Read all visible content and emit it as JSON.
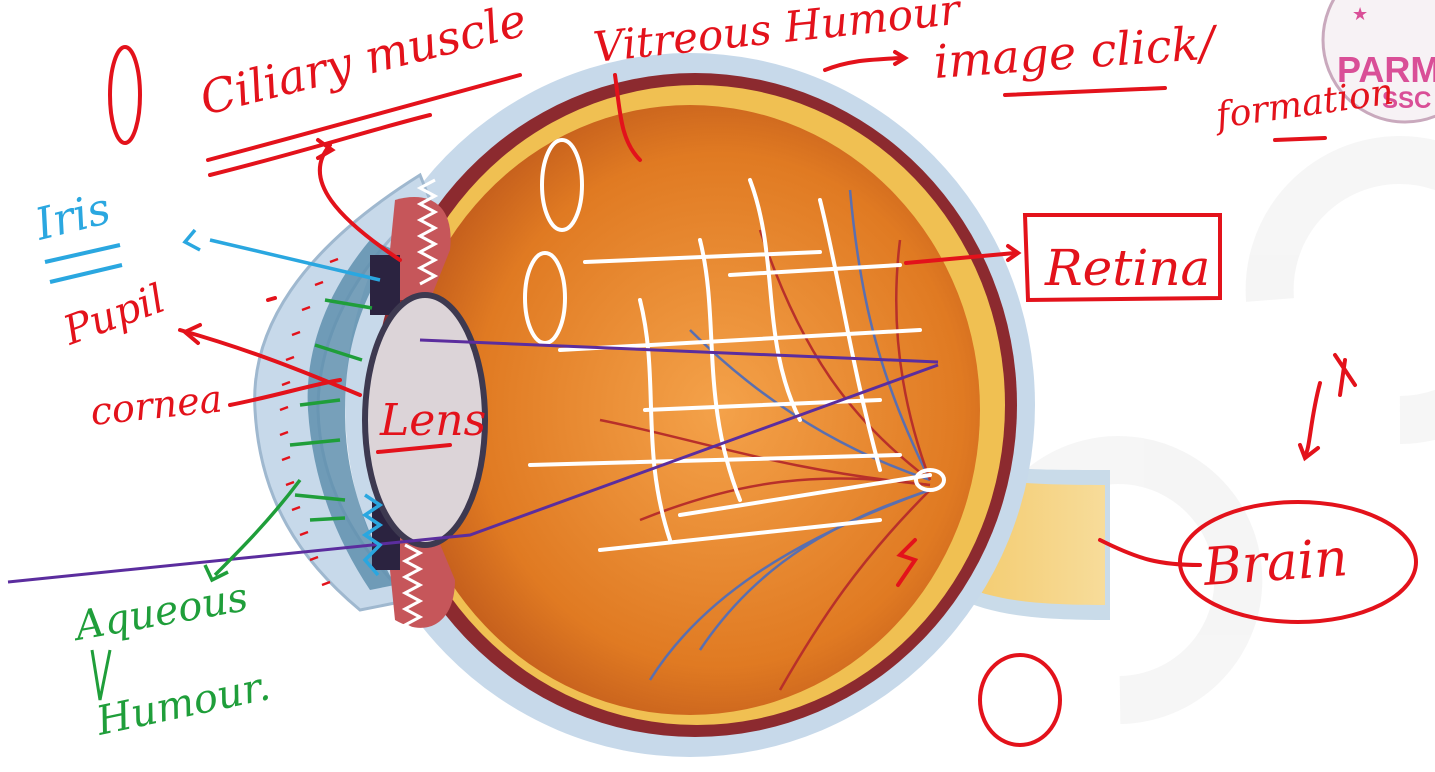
{
  "labels": {
    "ciliary_muscle": "Ciliary muscle",
    "vitreous_humour": "Vitreous Humour",
    "image_click": "image click/",
    "formation": "formation",
    "iris": "Iris",
    "pupil": "Pupil",
    "cornea": "cornea",
    "lens": "Lens",
    "retina": "Retina",
    "brain": "Brain",
    "aqueous": "Aqueous",
    "humour": "Humour."
  },
  "watermark": {
    "line1": "PARM",
    "line2": "SSC"
  },
  "colors": {
    "annotation_red": "#e3121b",
    "annotation_green": "#1f9e3a",
    "annotation_blue": "#2aa7e0",
    "light_ray_purple": "#5b2d9e",
    "eye_orange": "#e8822c",
    "sclera_blue": "#c7d9ea"
  }
}
